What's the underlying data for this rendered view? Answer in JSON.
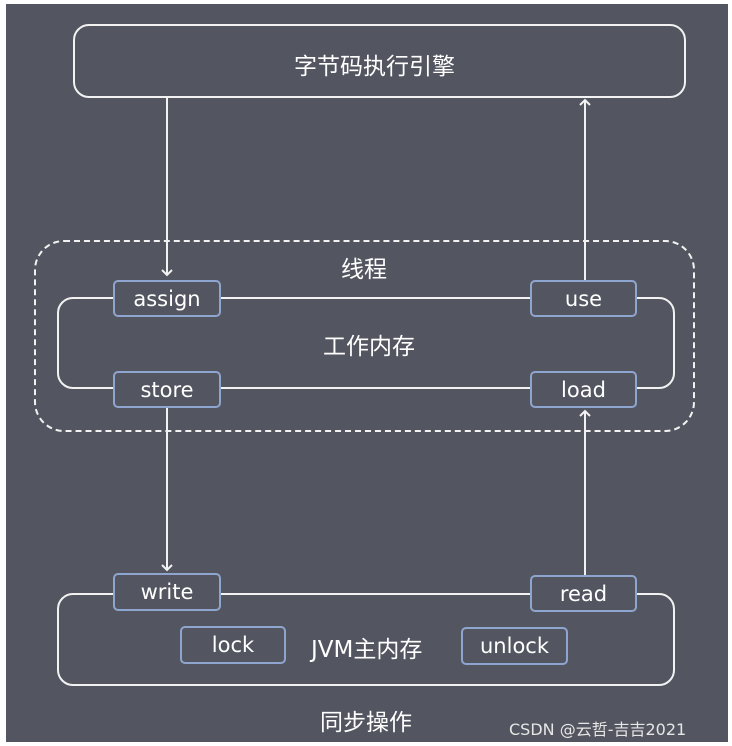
{
  "engine": {
    "title": "字节码执行引擎"
  },
  "thread": {
    "title": "线程"
  },
  "working_memory": {
    "title": "工作内存"
  },
  "main_memory": {
    "title": "JVM主内存"
  },
  "operations": {
    "assign": "assign",
    "use": "use",
    "store": "store",
    "load": "load",
    "write": "write",
    "read": "read",
    "lock": "lock",
    "unlock": "unlock"
  },
  "sync_label": "同步操作",
  "watermark": "CSDN @云哲-吉吉2021",
  "colors": {
    "background": "#535660",
    "line": "#f2f2f2",
    "op_border": "#8ea6cf",
    "text": "#ffffff"
  }
}
